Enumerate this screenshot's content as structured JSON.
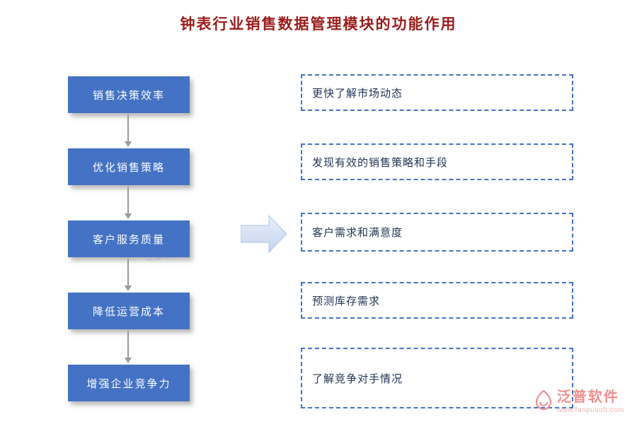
{
  "title": "钟表行业销售数据管理模块的功能作用",
  "left_boxes": [
    "销售决策效率",
    "优化销售策略",
    "客户服务质量",
    "降低运营成本",
    "增强企业竞争力"
  ],
  "right_boxes": [
    "更快了解市场动态",
    "发现有效的销售策略和手段",
    "客户需求和满意度",
    "预测库存需求",
    "了解竞争对手情况"
  ],
  "watermark": "泛普软件",
  "footer": {
    "brand": "泛普软件",
    "url": "www.fanpusoft.com"
  },
  "colors": {
    "box_blue": "#4472c4",
    "dashed_border": "#4472c4",
    "title_red": "#9b1b1b",
    "arrow_gray": "#9a9a9a",
    "big_arrow_fill": "#d2dff3",
    "brand_pink": "#ee8f8f"
  }
}
